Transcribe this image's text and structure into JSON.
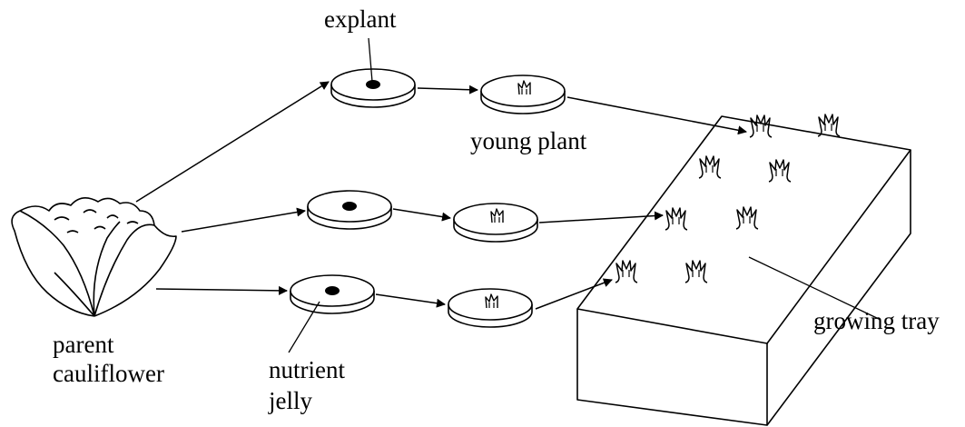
{
  "labels": {
    "explant": "explant",
    "young_plant": "young plant",
    "parent_cauliflower_line1": "parent",
    "parent_cauliflower_line2": "cauliflower",
    "nutrient_jelly_line1": "nutrient",
    "nutrient_jelly_line2": "jelly",
    "growing_tray": "growing tray"
  },
  "colors": {
    "stroke": "#000000",
    "background": "#ffffff"
  }
}
